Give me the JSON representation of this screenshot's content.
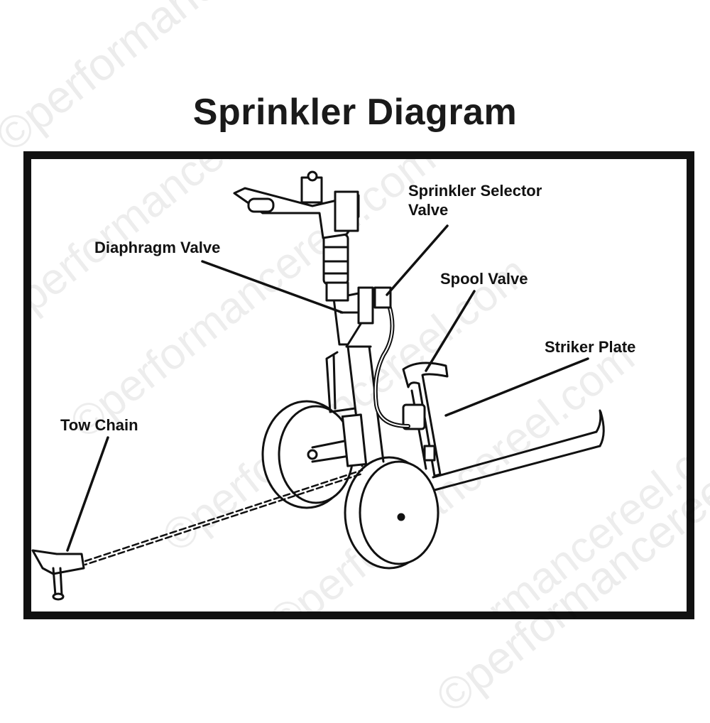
{
  "title": "Sprinkler Diagram",
  "watermark": "©performancereel.com",
  "labels": {
    "sprinkler_selector_valve_line1": "Sprinkler Selector",
    "sprinkler_selector_valve_line2": "Valve",
    "diaphragm_valve": "Diaphragm Valve",
    "spool_valve": "Spool Valve",
    "striker_plate": "Striker Plate",
    "tow_chain": "Tow Chain"
  }
}
